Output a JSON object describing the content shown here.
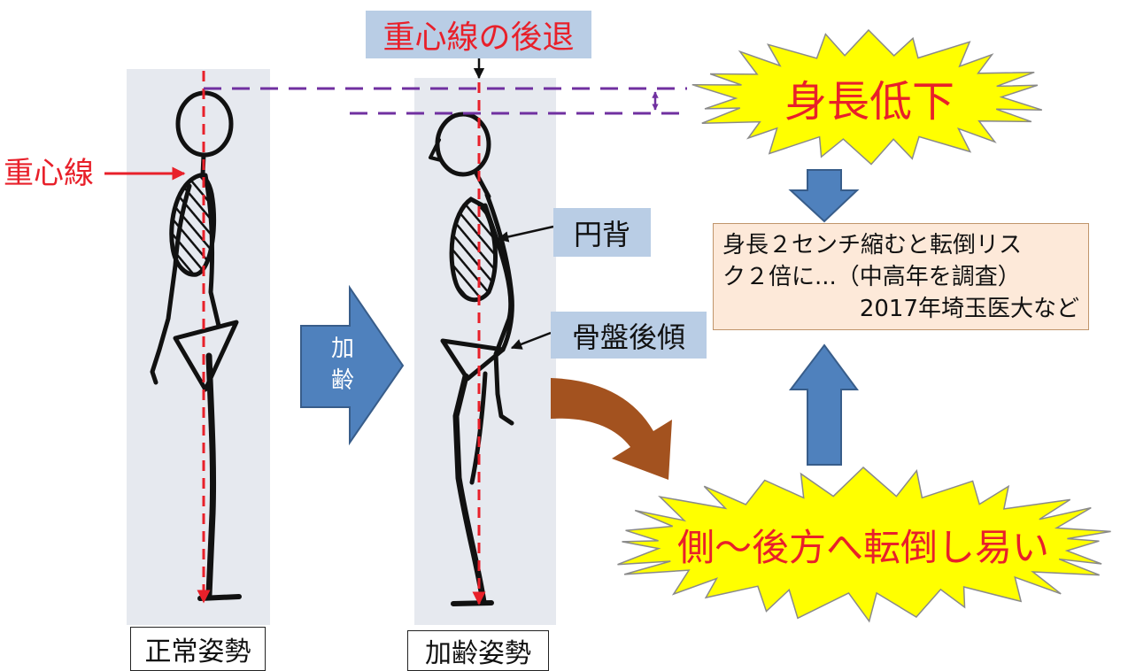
{
  "title_label": "重心線の後退",
  "cog_label": "重心線",
  "height_loss": "身長低下",
  "kyphosis_label": "円背",
  "pelvic_tilt_label": "骨盤後傾",
  "aging_arrow": {
    "line1": "加",
    "line2": "齢"
  },
  "info_box": {
    "lines": [
      "身長２センチ縮むと転倒リス",
      "ク２倍に...（中高年を調査）",
      "2017年埼玉医大など"
    ]
  },
  "fall_risk": "側～後方へ転倒し易い",
  "captions": {
    "normal": "正常姿勢",
    "aged": "加齢姿勢"
  },
  "colors": {
    "accent_red": "#e8202a",
    "arrow_blue": "#4f81bd",
    "label_bg": "#b9cde5",
    "burst_yellow": "#ffff00",
    "curve_arrow_brown": "#a3521f",
    "guide_purple": "#7030a0",
    "info_bg": "#fde9d9",
    "panel_bg": "#e6e9ef"
  }
}
